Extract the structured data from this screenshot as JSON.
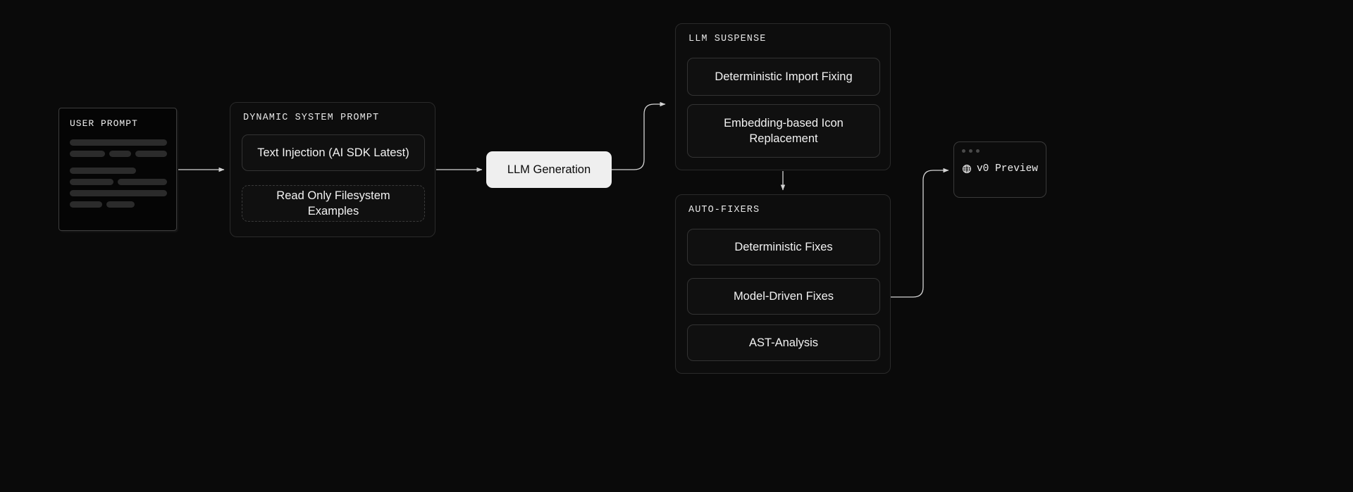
{
  "canvas": {
    "background": "#0a0a0a",
    "accent_light": "#efefef",
    "border": "#2a2a2a",
    "wire": "#d4d4d4"
  },
  "user_prompt": {
    "title": "USER PROMPT",
    "skeleton_rows": [
      [
        150
      ],
      [
        60,
        37,
        53
      ],
      [
        94
      ],
      [
        71,
        79
      ],
      [
        150
      ],
      [
        46,
        40
      ]
    ]
  },
  "dynamic_system_prompt": {
    "title": "DYNAMIC SYSTEM PROMPT",
    "items": [
      {
        "label": "Text Injection (AI SDK Latest)",
        "style": "solid"
      },
      {
        "label": "Read Only Filesystem Examples",
        "style": "dashed"
      }
    ]
  },
  "llm_generation": {
    "label": "LLM Generation"
  },
  "llm_suspense": {
    "title": "LLM SUSPENSE",
    "items": [
      {
        "label": "Deterministic Import Fixing"
      },
      {
        "label": "Embedding-based Icon Replacement"
      }
    ]
  },
  "auto_fixers": {
    "title": "AUTO-FIXERS",
    "items": [
      {
        "label": "Deterministic Fixes"
      },
      {
        "label": "Model-Driven Fixes"
      },
      {
        "label": "AST-Analysis"
      }
    ]
  },
  "v0_preview": {
    "label": "v0 Preview",
    "icon": "globe-icon",
    "window_dots": 3
  },
  "connections": [
    {
      "from": "user-prompt-card",
      "to": "dynamic-system-prompt",
      "style": "straight-arrow"
    },
    {
      "from": "dynamic-system-prompt",
      "to": "llm-generation",
      "style": "straight-arrow"
    },
    {
      "from": "llm-generation",
      "to": "llm-suspense",
      "style": "curved-up-arrow"
    },
    {
      "from": "llm-suspense",
      "to": "auto-fixers",
      "style": "down-arrow"
    },
    {
      "from": "auto-fixers",
      "to": "v0-preview",
      "style": "curved-up-arrow"
    }
  ]
}
